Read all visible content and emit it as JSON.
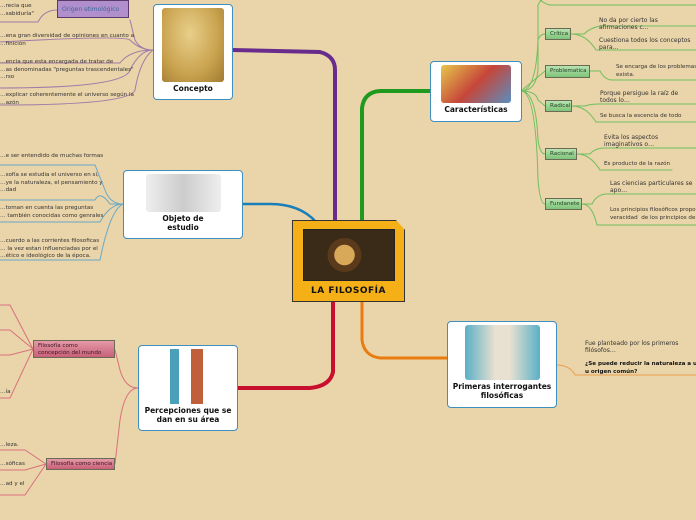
{
  "central": {
    "title": "LA FILOSOFÍA"
  },
  "colors": {
    "background": "#ead4a9",
    "center": "#f5b018",
    "concepto_branch": "#6a2c8c",
    "caracteristicas_branch": "#1f9a1f",
    "objeto_branch": "#1a7fb8",
    "percepciones_branch": "#c8102e",
    "primeras_branch": "#e87c10"
  },
  "concepto": {
    "title": "Concepto",
    "origen": "Origen etimológico",
    "items": [
      "…recia que\n…sabiduría\"",
      "…ena gran diversidad de opiniones en cuanto a\n…finición",
      "…encia que esta encargada de tratar de\n…as denominadas \"preguntas trascendentales\"\n…rso",
      "…explicar coherentemente el universo según la\n…azón"
    ]
  },
  "objeto": {
    "title": "Objeto de estudio",
    "items": [
      "…e ser entendido de muchas formas",
      "…sofía se estudia el universo en si,\n…ye la naturaleza, el pensamiento y\n…dad",
      "…toman en cuenta las preguntas\n… también conocidas como genrales",
      "…cuerdo a las corrientes filosoficas\n… la vez estan influenciadas por el\n…ético e ideológico de la época."
    ]
  },
  "percepciones": {
    "title": "Percepciones que se dan en su área",
    "concepcion": "Filosofía como concepción del mundo",
    "concepcion_items": [
      "…ía"
    ],
    "ciencia": "Filosofía como ciencia",
    "ciencia_items": [
      "…leza.",
      "…sóficas",
      "…ad y el"
    ]
  },
  "caracteristicas": {
    "title": "Características",
    "groups": [
      {
        "label": "Crítica",
        "items": [
          "No da por cierto las  afirmaciones c…",
          "Cuestiona todos los conceptos para…"
        ]
      },
      {
        "label": "Problematica",
        "items": [
          "Se encarga de los problemas…\nexista."
        ]
      },
      {
        "label": "Radical",
        "items": [
          "Porque persigue la raíz de todos lo…",
          "Se busca la escencia de todo"
        ]
      },
      {
        "label": "Racional",
        "items": [
          "Evita los aspectos imaginativos o…",
          "Es producto de la razón"
        ]
      },
      {
        "label": "Fundanete",
        "items": [
          "Las ciencias particulares se apo…",
          "Los principios filosóficos propor…\nveracidad  de los principios de…"
        ]
      }
    ]
  },
  "primeras": {
    "title": "Primeras interrogantes filosóficas",
    "text": "Fue planteado por los primeros filósofos…",
    "question": "¿Se puede reducir la naturaleza a un…\nu origen común?"
  }
}
